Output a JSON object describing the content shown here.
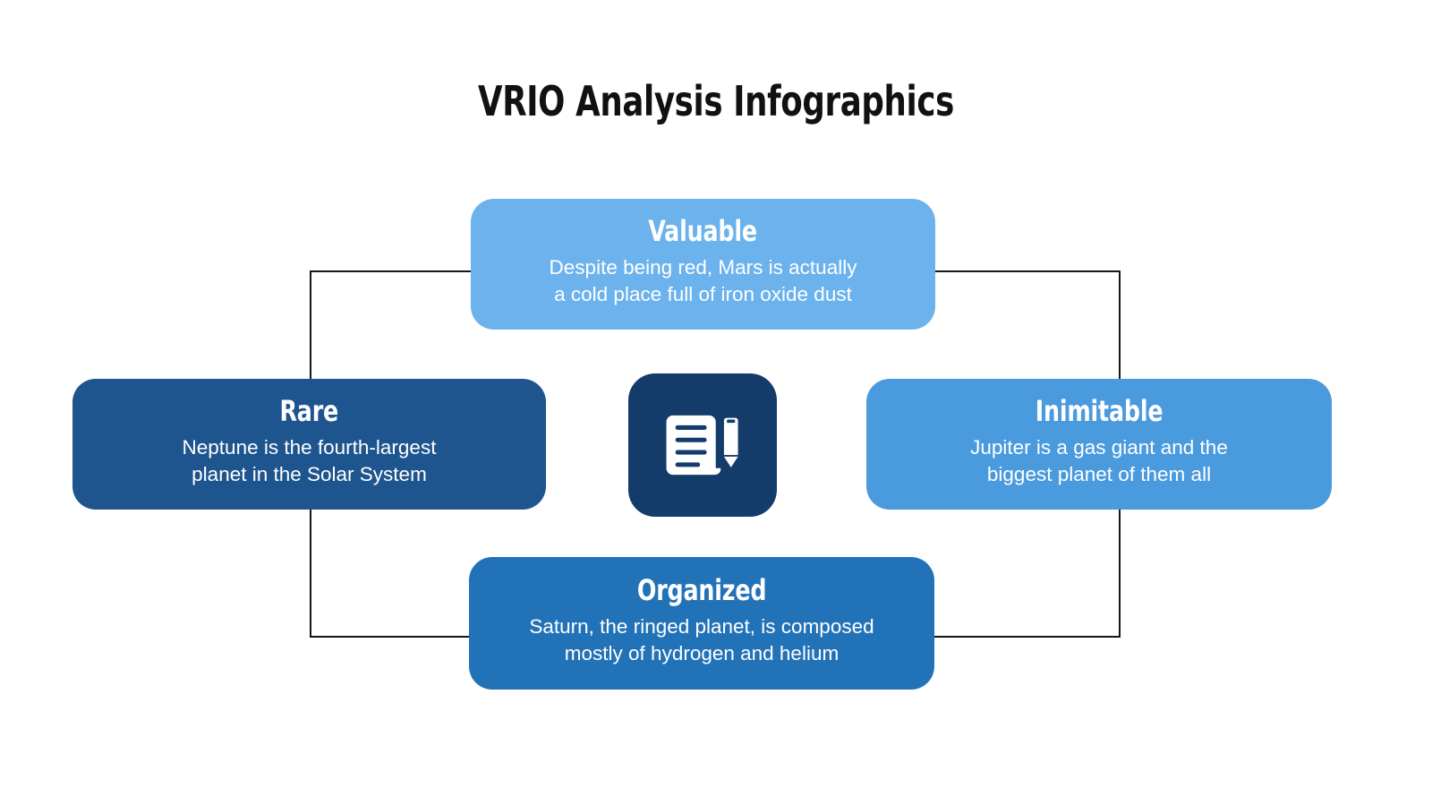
{
  "slide": {
    "title": "VRIO Analysis Infographics",
    "background_color": "#ffffff",
    "title_color": "#111111",
    "connector_color": "#161616"
  },
  "center": {
    "icon_name": "document-pencil-icon",
    "tile_color": "#143c6b",
    "glyph_color": "#ffffff"
  },
  "cards": [
    {
      "id": "valuable",
      "title": "Valuable",
      "description": "Despite being red, Mars is actually a cold place full of iron oxide dust",
      "description_line1": "Despite being red, Mars is actually",
      "description_line2": "a cold place full of iron oxide dust",
      "color": "#6cb2ec",
      "text_color": "#ffffff",
      "position": "top"
    },
    {
      "id": "rare",
      "title": "Rare",
      "description": "Neptune is the fourth-largest planet in the Solar System",
      "description_line1": "Neptune is the fourth-largest",
      "description_line2": "planet in the Solar System",
      "color": "#1e558f",
      "text_color": "#ffffff",
      "position": "left"
    },
    {
      "id": "inimitable",
      "title": "Inimitable",
      "description": "Jupiter is a gas giant and the biggest planet of them all",
      "description_line1": "Jupiter is a gas giant and the",
      "description_line2": "biggest planet of them all",
      "color": "#4a9ade",
      "text_color": "#ffffff",
      "position": "right"
    },
    {
      "id": "organized",
      "title": "Organized",
      "description": "Saturn, the ringed planet, is composed mostly of hydrogen and helium",
      "description_line1": "Saturn, the ringed planet, is composed",
      "description_line2": "mostly of hydrogen and helium",
      "color": "#2272b8",
      "text_color": "#ffffff",
      "position": "bottom"
    }
  ]
}
